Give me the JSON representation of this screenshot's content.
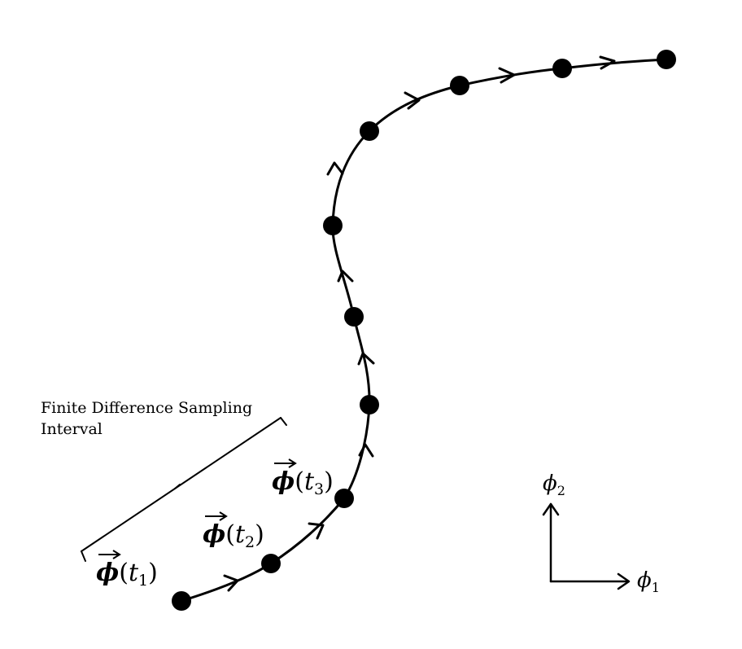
{
  "annotation": {
    "line1": "Finite Difference Sampling",
    "line2": "Interval"
  },
  "point_labels": [
    {
      "symbol": "ϕ",
      "arg": "t",
      "sub": "1"
    },
    {
      "symbol": "ϕ",
      "arg": "t",
      "sub": "2"
    },
    {
      "symbol": "ϕ",
      "arg": "t",
      "sub": "3"
    }
  ],
  "axes": {
    "x_symbol": "ϕ",
    "x_sub": "1",
    "y_symbol": "ϕ",
    "y_sub": "2"
  },
  "colors": {
    "ink": "#000000",
    "background": "#ffffff"
  }
}
